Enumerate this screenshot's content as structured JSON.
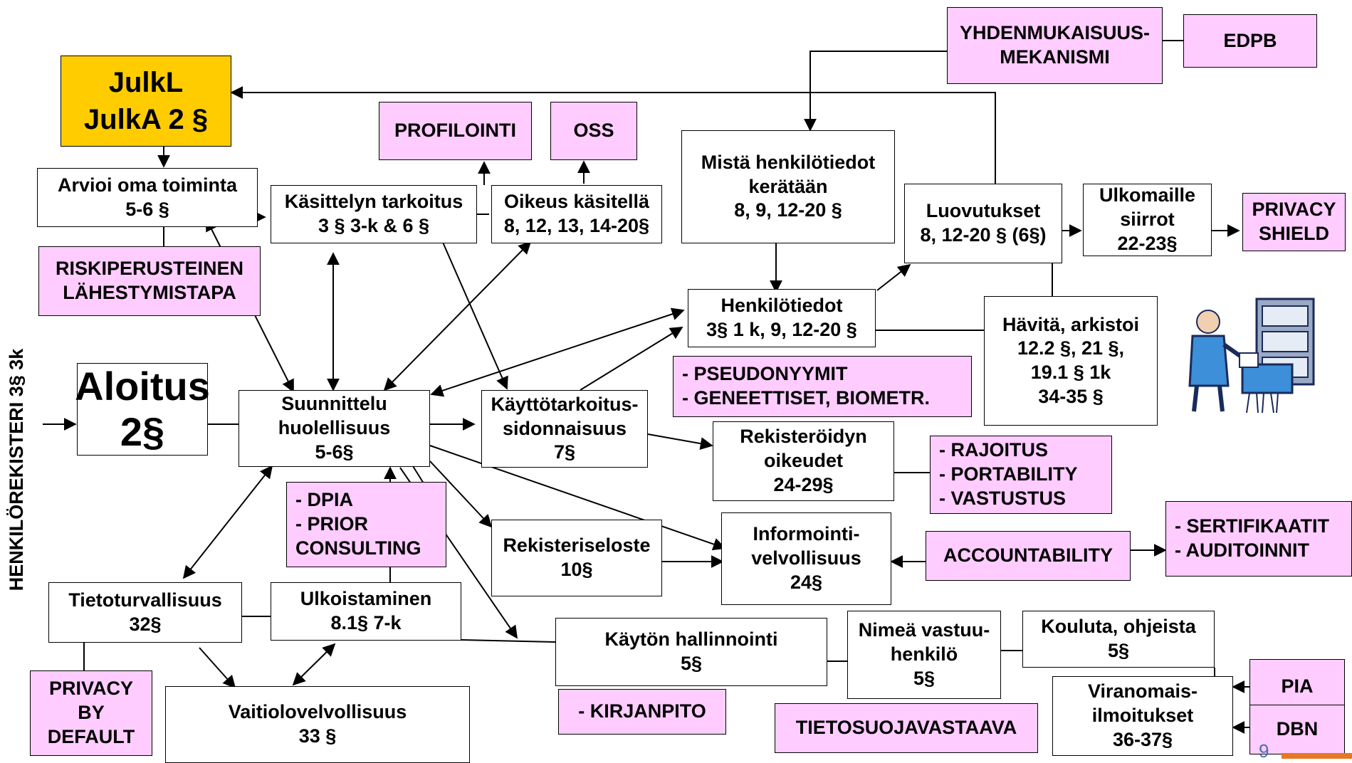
{
  "vertical_label": "HENKILÖREKISTERI 3§ 3k",
  "page_number": "9",
  "boxes": {
    "yhdenmukaisuus": [
      "YHDENMUKAISUUS-",
      "MEKANISMI"
    ],
    "edpb": [
      "EDPB"
    ],
    "julk": [
      "JulkL",
      "JulkA 2 §"
    ],
    "profilointi": [
      "PROFILOINTI"
    ],
    "oss": [
      "OSS"
    ],
    "mista": [
      "Mistä henkilötiedot",
      "kerätään",
      "8, 9, 12-20 §"
    ],
    "arvioi": [
      "Arvioi oma toiminta",
      "5-6 §"
    ],
    "kasittelyn": [
      "Käsittelyn tarkoitus",
      "3 § 3-k & 6 §"
    ],
    "oikeus": [
      "Oikeus käsitellä",
      "8, 12, 13, 14-20§"
    ],
    "luovutukset": [
      "Luovutukset",
      "8, 12-20 § (6§)"
    ],
    "ulkomaille": [
      "Ulkomaille",
      "siirrot",
      "22-23§"
    ],
    "privacy_shield": [
      "PRIVACY",
      "SHIELD"
    ],
    "riski": [
      "RISKIPERUSTEINEN",
      "LÄHESTYMISTAPA"
    ],
    "henkilotiedot": [
      "Henkilötiedot",
      "3§ 1 k, 9, 12-20 §"
    ],
    "havita": [
      "Hävitä, arkistoi",
      "12.2 §, 21 §,",
      "19.1 § 1k",
      "34-35 §"
    ],
    "pseudo": [
      "- PSEUDONYYMIT",
      "- GENEETTISET, BIOMETR."
    ],
    "aloitus": [
      "Aloitus",
      "2§"
    ],
    "suunnittelu": [
      "Suunnittelu",
      "huolellisuus",
      "5-6§"
    ],
    "kayttotarkoitus": [
      "Käyttötarkoitus-",
      "sidonnaisuus",
      "7§"
    ],
    "rekisteroidyn": [
      "Rekisteröidyn",
      "oikeudet",
      "24-29§"
    ],
    "rajoitus": [
      "- RAJOITUS",
      "- PORTABILITY",
      "- VASTUSTUS"
    ],
    "dpia": [
      "- DPIA",
      "- PRIOR",
      "CONSULTING"
    ],
    "rekisteriseloste": [
      "Rekisteriseloste",
      "10§"
    ],
    "informointi": [
      "Informointi-",
      "velvollisuus",
      "24§"
    ],
    "accountability": [
      "ACCOUNTABILITY"
    ],
    "sertifikaatit": [
      "- SERTIFIKAATIT",
      "- AUDITOINNIT"
    ],
    "tietoturvallisuus": [
      "Tietoturvallisuus",
      "32§"
    ],
    "ulkoistaminen": [
      "Ulkoistaminen",
      "8.1§ 7-k"
    ],
    "kayton": [
      "Käytön hallinnointi",
      "5§"
    ],
    "nimea": [
      "Nimeä vastuu-",
      "henkilö",
      "5§"
    ],
    "kouluta": [
      "Kouluta, ohjeista",
      "5§"
    ],
    "pia": [
      "PIA"
    ],
    "privacy_default": [
      "PRIVACY",
      "BY",
      "DEFAULT"
    ],
    "vaitiolo": [
      "Vaitiolovelvollisuus",
      "33 §"
    ],
    "kirjanpito": [
      "- KIRJANPITO"
    ],
    "tietosuojavastaava": [
      "TIETOSUOJAVASTAAVA"
    ],
    "viranomais": [
      "Viranomais-",
      "ilmoitukset",
      "36-37§"
    ],
    "dbn": [
      "DBN"
    ]
  },
  "colors": {
    "pink": "#ffccff",
    "gold": "#ffcc00",
    "line": "#000000"
  }
}
